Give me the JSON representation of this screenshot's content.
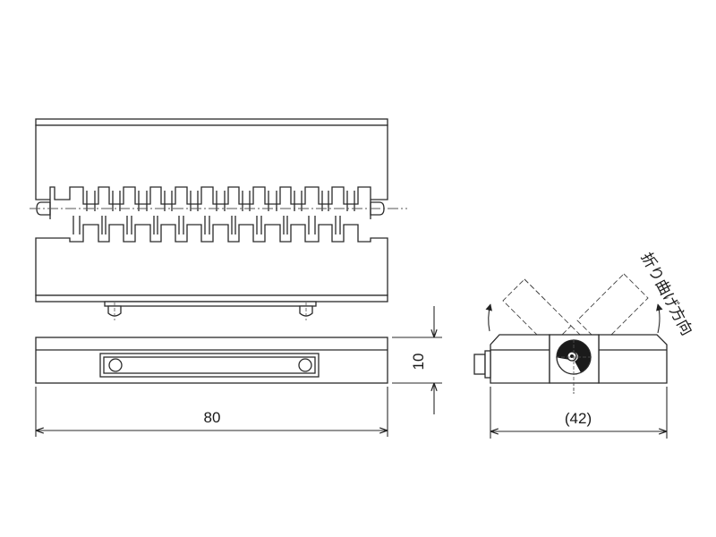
{
  "dimensions": {
    "width": "80",
    "height": "10",
    "side_width": "(42)"
  },
  "annotation": {
    "bend_direction": "折り曲げ方向"
  },
  "colors": {
    "line": "#2a2a2a",
    "body_fill": "#ffffff",
    "dashed": "#444444"
  }
}
